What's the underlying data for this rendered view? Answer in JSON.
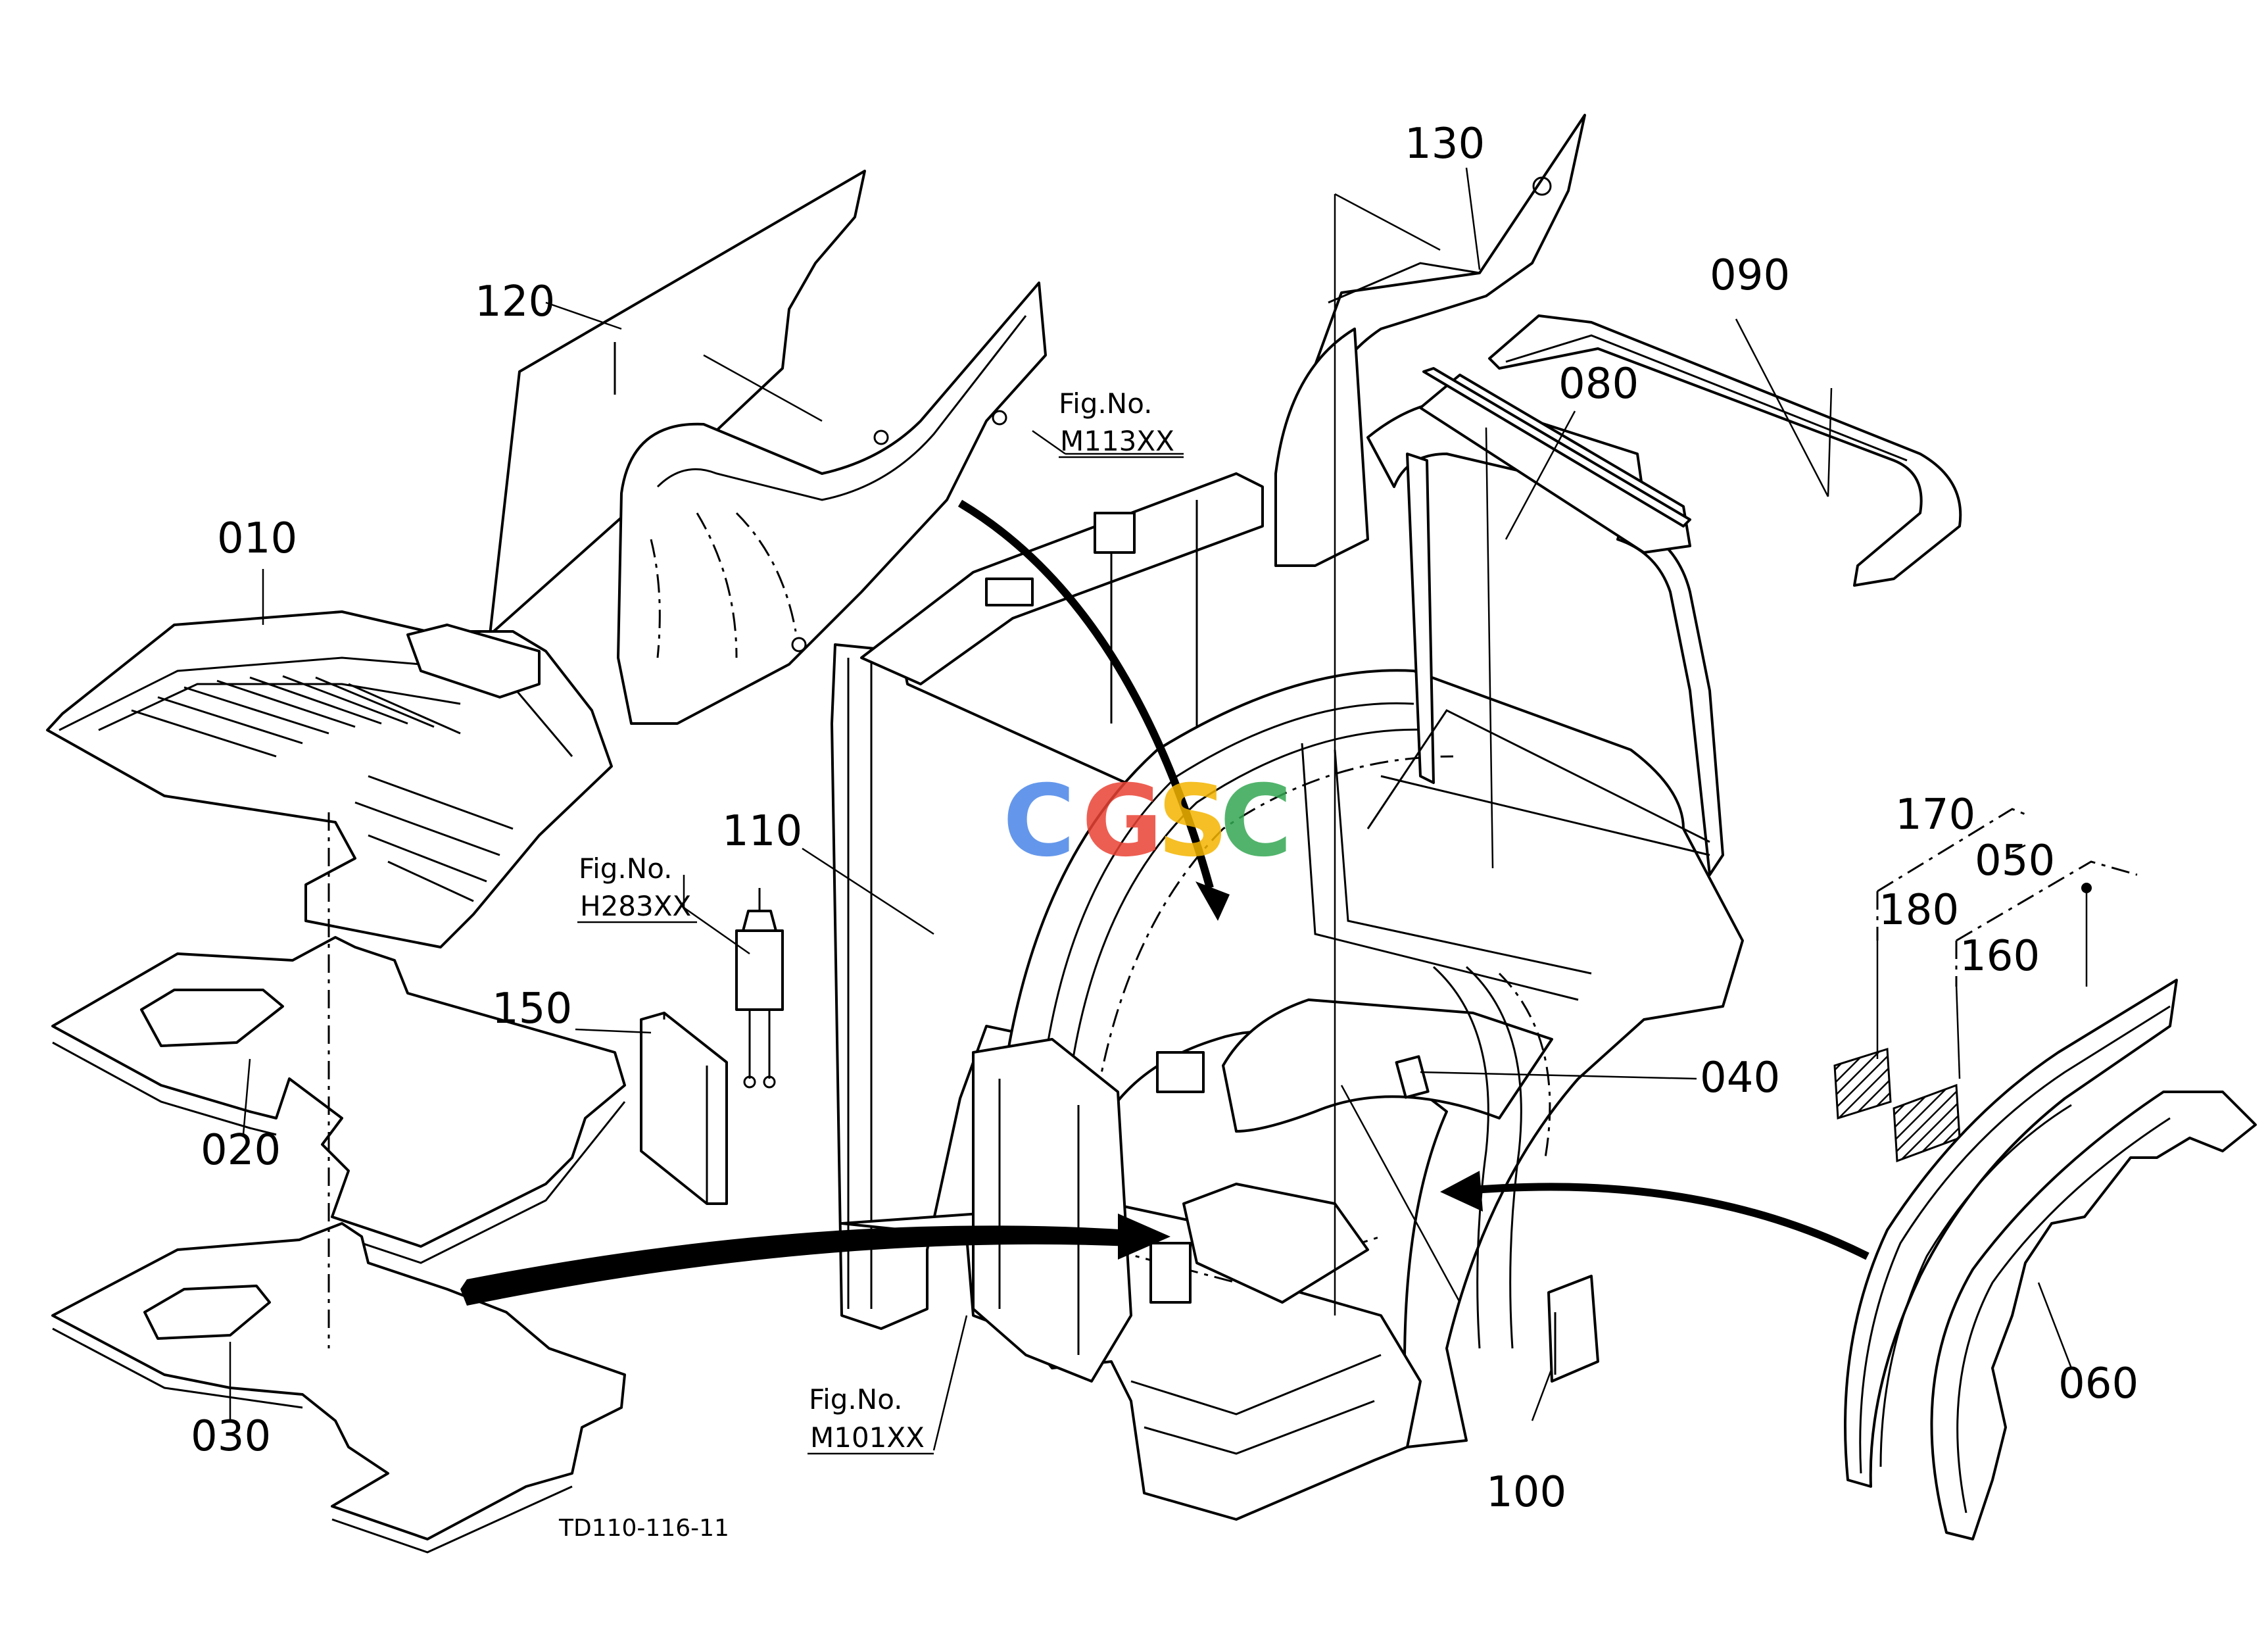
{
  "callouts": {
    "p010": "010",
    "p020": "020",
    "p030": "030",
    "p040": "040",
    "p050": "050",
    "p060": "060",
    "p080": "080",
    "p090": "090",
    "p100": "100",
    "p110": "110",
    "p120": "120",
    "p130": "130",
    "p150": "150",
    "p160": "160",
    "p170": "170",
    "p180": "180"
  },
  "references": {
    "m113": {
      "label": "Fig.No.",
      "code": "M113XX"
    },
    "h283": {
      "label": "Fig.No.",
      "code": "H283XX"
    },
    "m101": {
      "label": "Fig.No.",
      "code": "M101XX"
    }
  },
  "drawing_code": "TD110-116-11",
  "watermark": {
    "letters": [
      "C",
      "G",
      "S",
      "C"
    ],
    "colors": [
      "#4a86e8",
      "#ea4335",
      "#f4b400",
      "#34a853"
    ]
  }
}
